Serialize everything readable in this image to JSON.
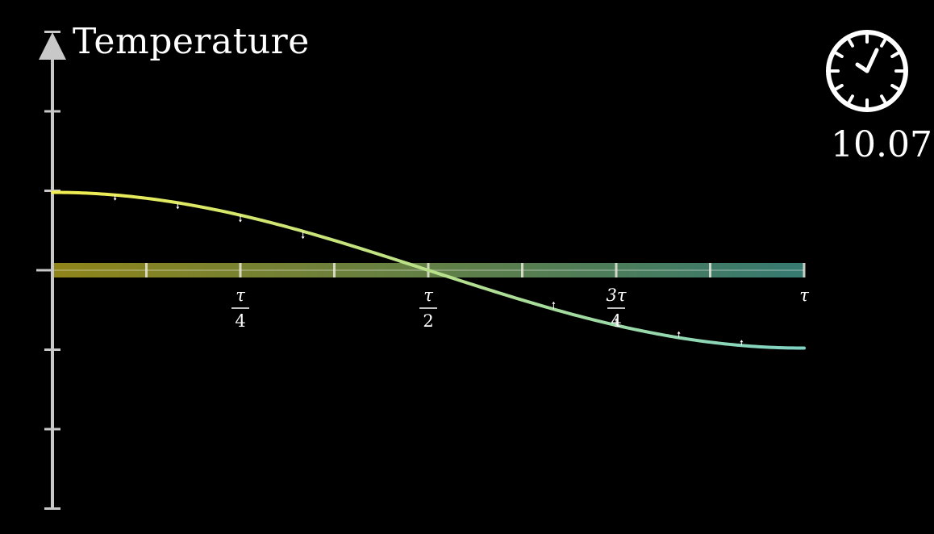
{
  "chart_data": {
    "type": "line",
    "ylabel": "Temperature",
    "x_tick_labels": [
      {
        "x": 0.25,
        "numerator": "τ",
        "denominator": "4"
      },
      {
        "x": 0.5,
        "numerator": "τ",
        "denominator": "2"
      },
      {
        "x": 0.75,
        "numerator": "3τ",
        "denominator": "4"
      },
      {
        "x": 1.0,
        "numerator": "τ",
        "denominator": ""
      }
    ],
    "x_minor_ticks": [
      0.125,
      0.25,
      0.375,
      0.5,
      0.625,
      0.75,
      0.875,
      1.0
    ],
    "xlim": [
      0,
      1
    ],
    "xlim_unit": "τ",
    "ylim": [
      -3,
      3
    ],
    "y_ticks": [
      -3,
      -2,
      -1,
      1,
      2,
      3
    ],
    "series": [
      {
        "style": "cos",
        "amplitude": 0.98,
        "x": [
          0,
          0.0625,
          0.125,
          0.1875,
          0.25,
          0.3125,
          0.375,
          0.4375,
          0.5,
          0.5625,
          0.625,
          0.6875,
          0.75,
          0.8125,
          0.875,
          0.9375,
          1.0
        ],
        "y": [
          0.98,
          0.961,
          0.905,
          0.815,
          0.693,
          0.544,
          0.375,
          0.191,
          0.0,
          -0.191,
          -0.375,
          -0.544,
          -0.693,
          -0.815,
          -0.905,
          -0.961,
          -0.98
        ],
        "color_start": "#f2ee50",
        "color_end": "#7fd3c4"
      }
    ],
    "derivative_arrows_x": [
      0.0833,
      0.1667,
      0.25,
      0.3333,
      0.6667,
      0.75,
      0.8333,
      0.9167
    ],
    "rod": {
      "color_start": "#a89c1e",
      "color_end": "#3f8f85"
    }
  },
  "clock": {
    "icon": "clock-icon",
    "value": "10.07"
  },
  "colors": {
    "background": "#000000",
    "axis": "#c8c8c8",
    "text": "#ffffff"
  }
}
